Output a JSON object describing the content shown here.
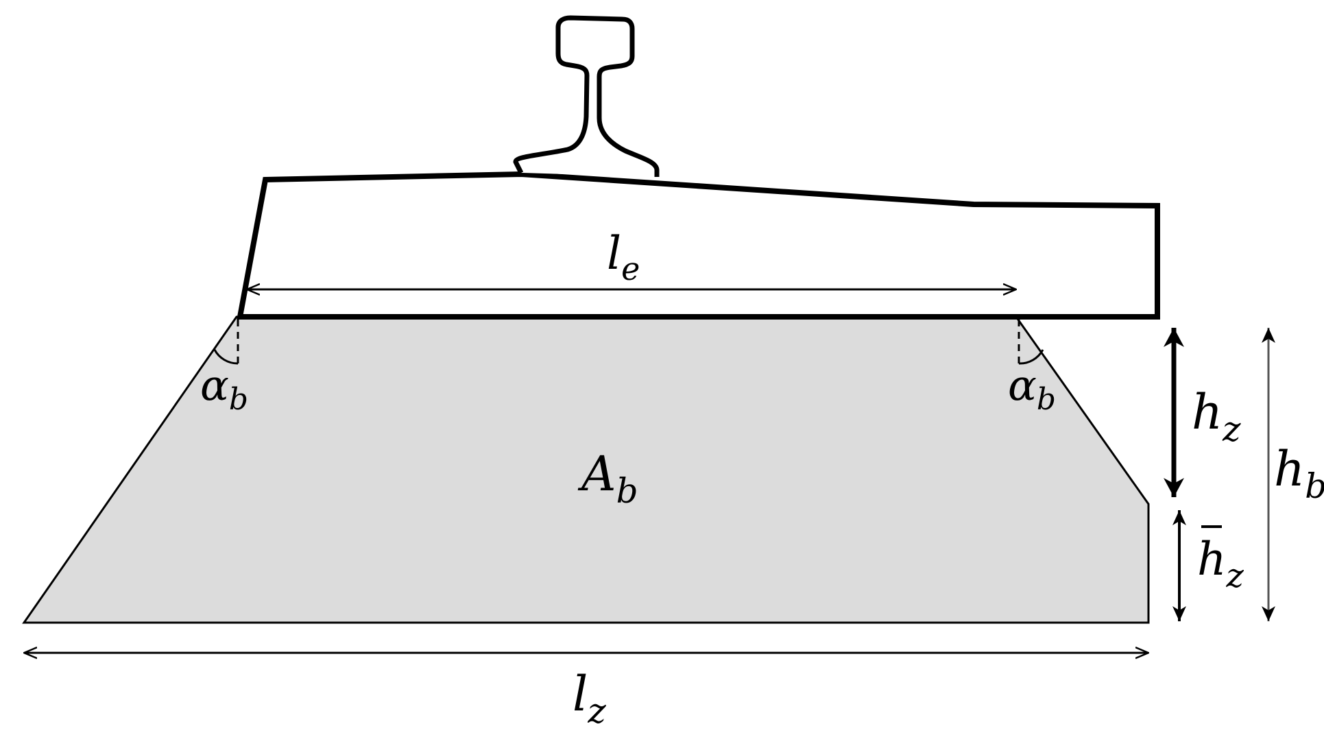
{
  "labels": {
    "l_e": {
      "main": "l",
      "sub": "e"
    },
    "alpha_left": {
      "main": "α",
      "sub": "b"
    },
    "alpha_right": {
      "main": "α",
      "sub": "b"
    },
    "A_b": {
      "main": "A",
      "sub": "b"
    },
    "h_z": {
      "main": "h",
      "sub": "z"
    },
    "h_z_bar": {
      "main": "h",
      "sub": "z"
    },
    "h_b": {
      "main": "h",
      "sub": "b"
    },
    "l_z": {
      "main": "l",
      "sub": "z"
    }
  },
  "colors": {
    "ballast_fill": "#dcdcdc",
    "stroke": "#000000",
    "secondary_stroke": "#555555"
  }
}
